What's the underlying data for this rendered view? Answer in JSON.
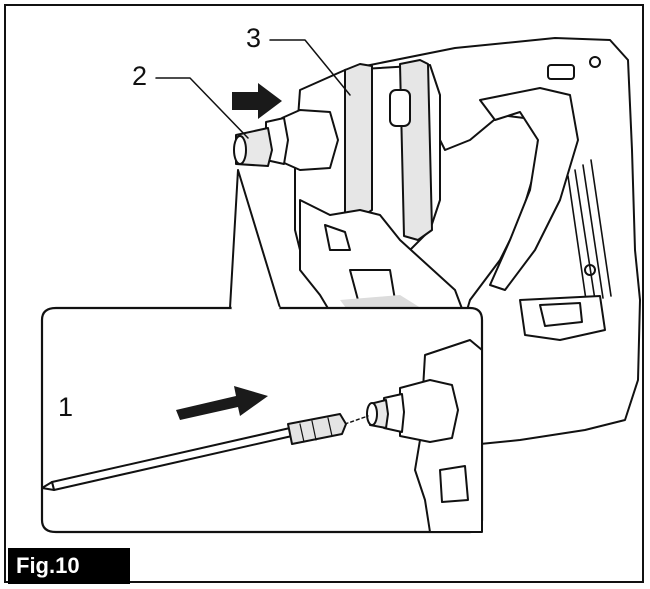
{
  "figure": {
    "label": "Fig.10",
    "callouts": [
      {
        "id": "1",
        "text": "1",
        "name": "bit"
      },
      {
        "id": "2",
        "text": "2",
        "name": "bit-holder"
      },
      {
        "id": "3",
        "text": "3",
        "name": "tool-body"
      }
    ],
    "colors": {
      "line": "#111111",
      "tool_fill": "#ffffff",
      "shade": "#d9d9d9",
      "arrow": "#1a1a1a",
      "label_bg": "#000000",
      "label_text": "#ffffff"
    }
  }
}
